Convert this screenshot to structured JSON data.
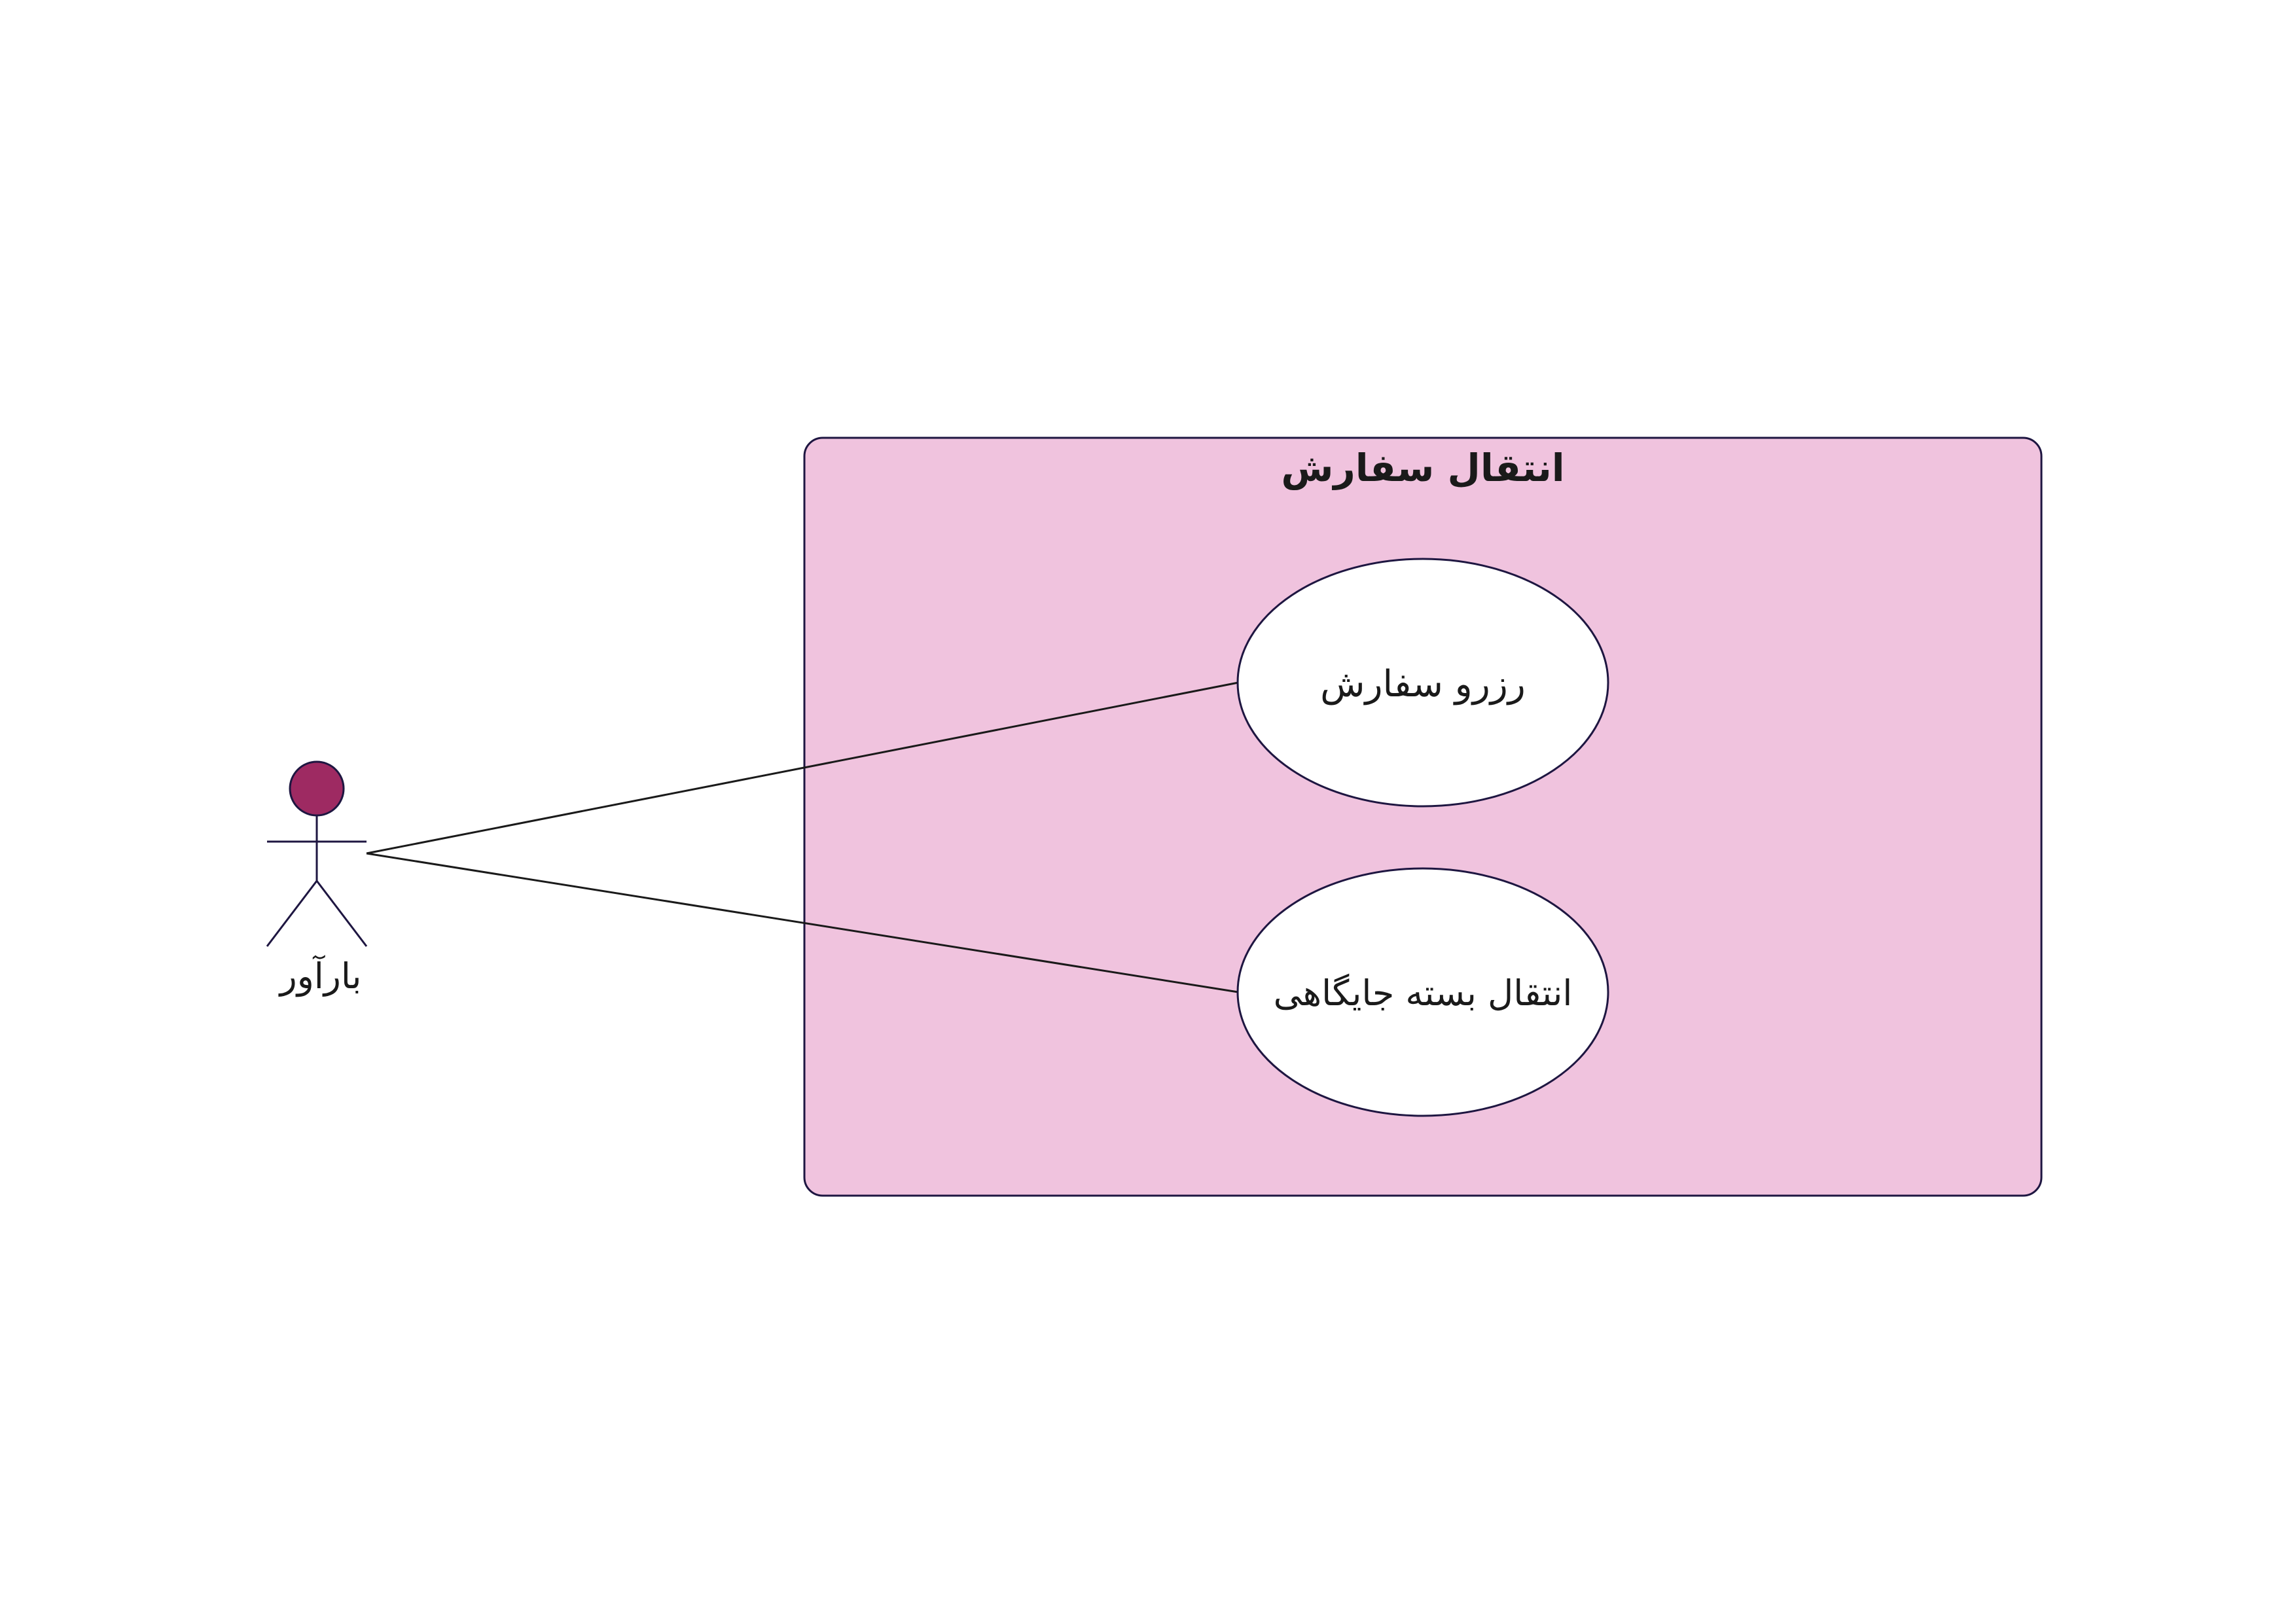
{
  "diagram": {
    "type": "use-case",
    "system": {
      "title": "انتقال سفارش",
      "fill": "#f0c3de",
      "stroke": "#1e1641"
    },
    "actor": {
      "label": "بارآور",
      "head_color": "#9e2a62",
      "stroke": "#1e1641"
    },
    "use_cases": [
      {
        "label": "رزرو سفارش",
        "fill": "#ffffff"
      },
      {
        "label": "انتقال بسته جایگاهی",
        "fill": "#ffffff"
      }
    ],
    "associations": [
      {
        "from": "actor",
        "to": "use_cases.0"
      },
      {
        "from": "actor",
        "to": "use_cases.1"
      }
    ]
  }
}
